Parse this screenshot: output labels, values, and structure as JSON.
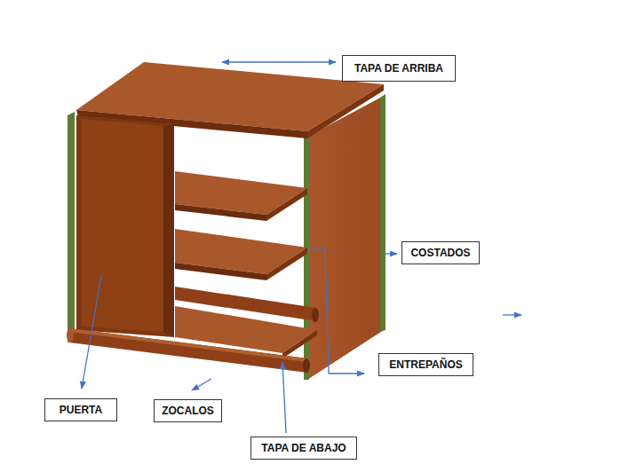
{
  "diagram": {
    "nodes": [
      {
        "text": [
          "TAPA DE ARRIBA"
        ]
      },
      {
        "text": [
          "COSTADOS"
        ]
      },
      {
        "text": [
          "ENTREPAÑOS"
        ]
      },
      {
        "text": [
          "PUERTA"
        ]
      },
      {
        "text": [
          "ZOCALOS"
        ]
      },
      {
        "text": [
          "TAPA DE ABAJO"
        ]
      }
    ]
  }
}
